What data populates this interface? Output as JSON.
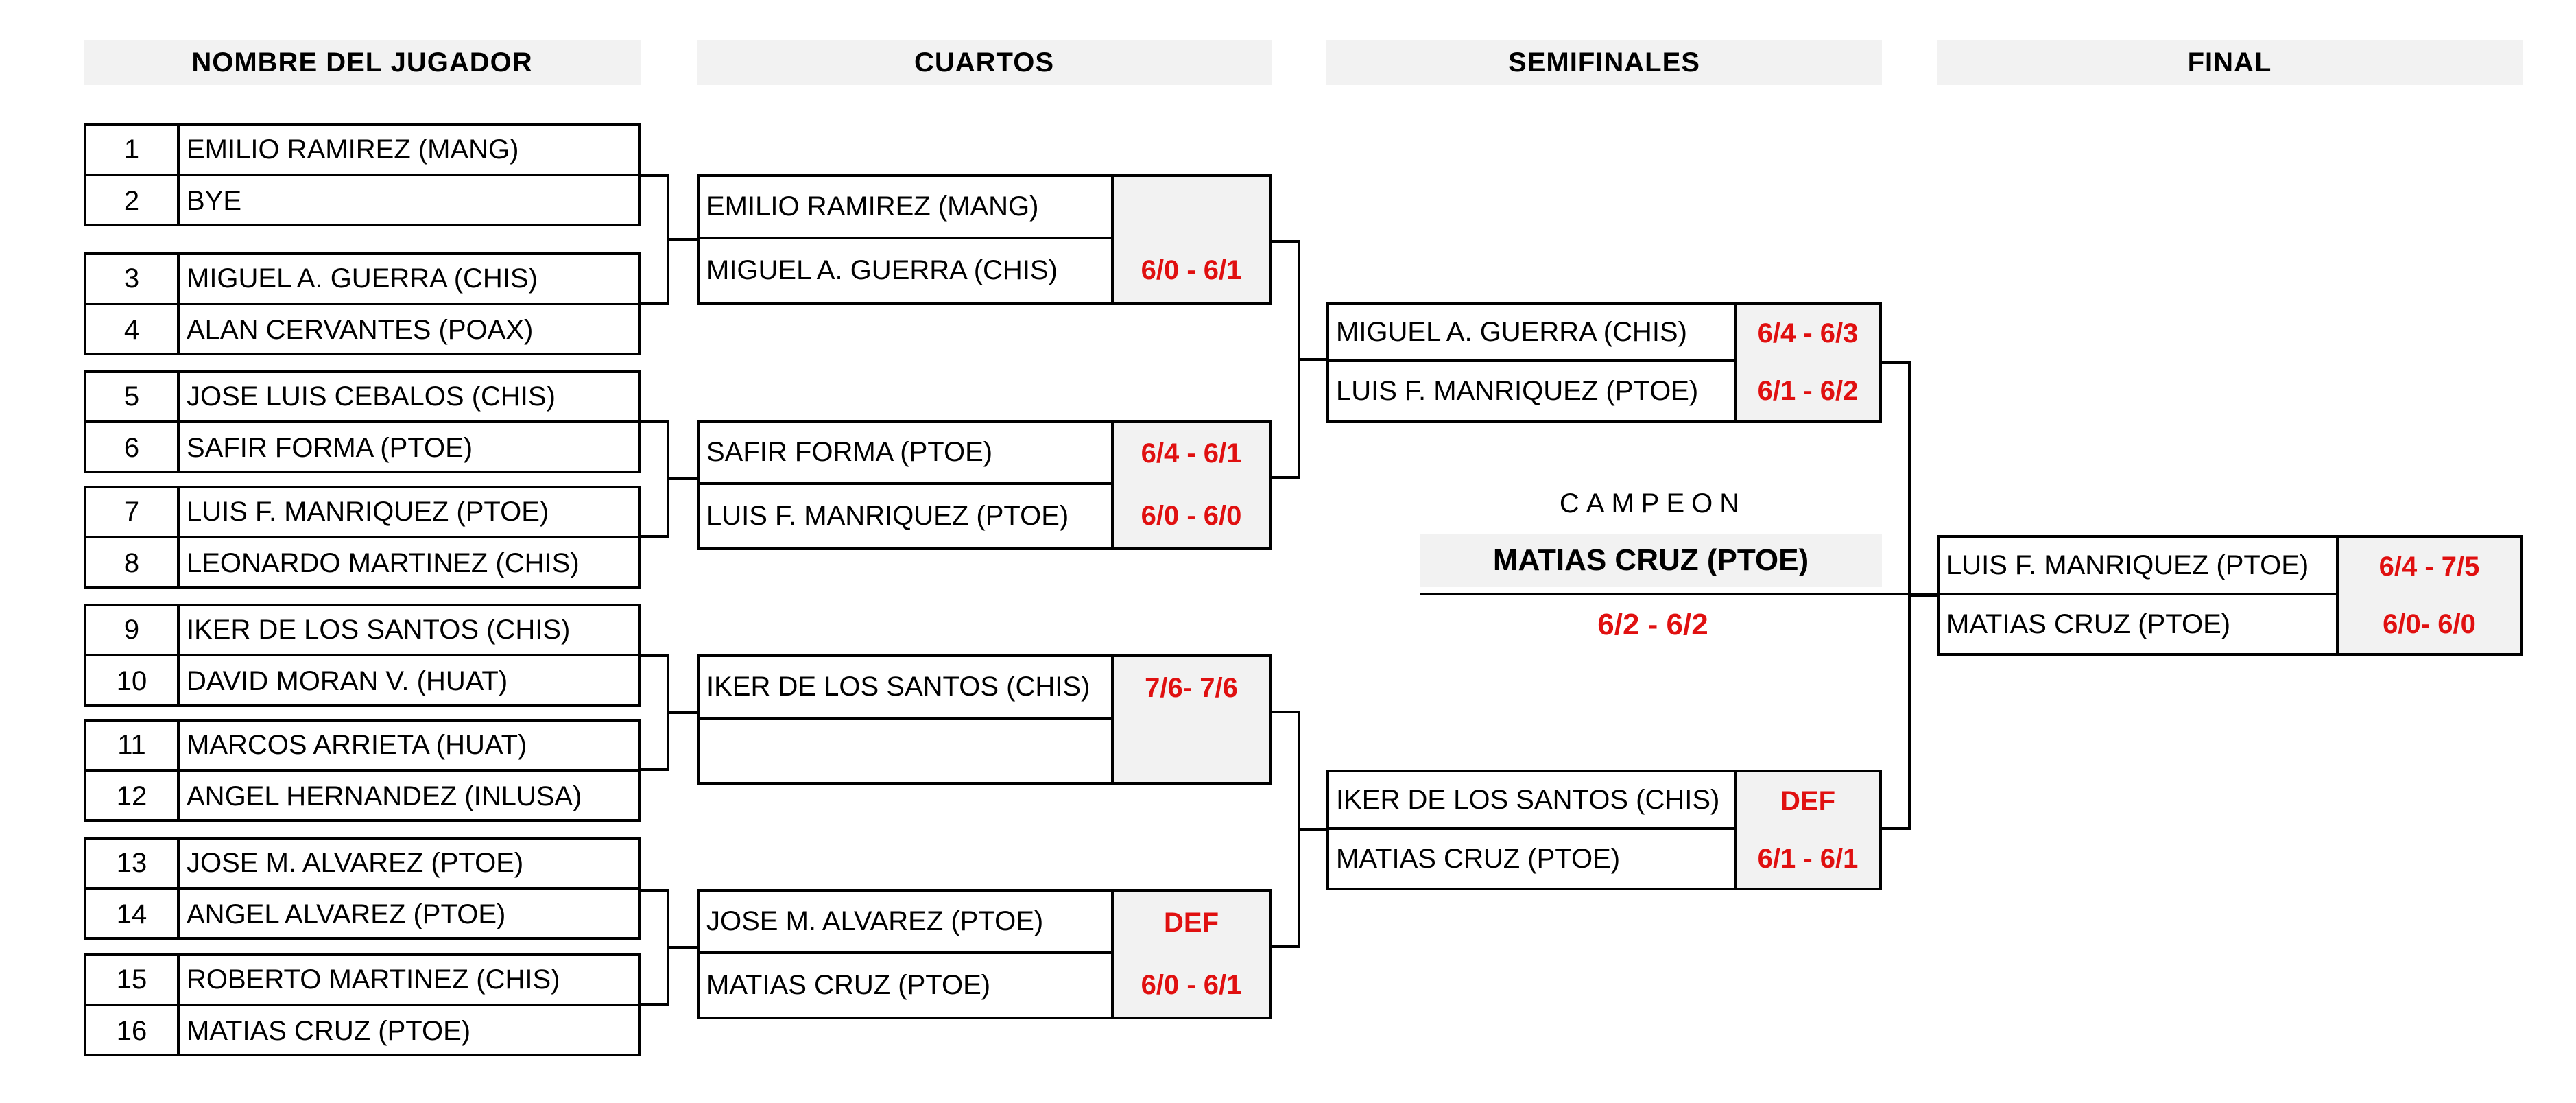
{
  "headers": {
    "players": "NOMBRE DEL JUGADOR",
    "quarters": "CUARTOS",
    "semis": "SEMIFINALES",
    "final": "FINAL"
  },
  "players": [
    {
      "seed": "1",
      "name": "EMILIO RAMIREZ (MANG)"
    },
    {
      "seed": "2",
      "name": "BYE"
    },
    {
      "seed": "3",
      "name": "MIGUEL A. GUERRA (CHIS)"
    },
    {
      "seed": "4",
      "name": "ALAN CERVANTES (POAX)"
    },
    {
      "seed": "5",
      "name": "JOSE LUIS CEBALOS (CHIS)"
    },
    {
      "seed": "6",
      "name": "SAFIR FORMA  (PTOE)"
    },
    {
      "seed": "7",
      "name": "LUIS F. MANRIQUEZ (PTOE)"
    },
    {
      "seed": "8",
      "name": "LEONARDO MARTINEZ (CHIS)"
    },
    {
      "seed": "9",
      "name": "IKER DE LOS SANTOS (CHIS)"
    },
    {
      "seed": "10",
      "name": "DAVID MORAN V.  (HUAT)"
    },
    {
      "seed": "11",
      "name": "MARCOS ARRIETA (HUAT)"
    },
    {
      "seed": "12",
      "name": "ANGEL HERNANDEZ (INLUSA)"
    },
    {
      "seed": "13",
      "name": "JOSE M. ALVAREZ (PTOE)"
    },
    {
      "seed": "14",
      "name": "ANGEL ALVAREZ (PTOE)"
    },
    {
      "seed": "15",
      "name": "ROBERTO MARTINEZ  (CHIS)"
    },
    {
      "seed": "16",
      "name": "MATIAS CRUZ (PTOE)"
    }
  ],
  "quarters": [
    {
      "top": "EMILIO RAMIREZ (MANG)",
      "bottom": "MIGUEL A. GUERRA (CHIS)",
      "score_top": "",
      "score_bottom": "6/0 - 6/1"
    },
    {
      "top": "SAFIR FORMA  (PTOE)",
      "bottom": "LUIS F. MANRIQUEZ (PTOE)",
      "score_top": "6/4 - 6/1",
      "score_bottom": "6/0 - 6/0"
    },
    {
      "top": "IKER DE LOS SANTOS (CHIS)",
      "bottom": "",
      "score_top": "7/6- 7/6",
      "score_bottom": ""
    },
    {
      "top": "JOSE M. ALVAREZ (PTOE)",
      "bottom": "MATIAS CRUZ (PTOE)",
      "score_top": "DEF",
      "score_bottom": "6/0 - 6/1"
    }
  ],
  "semis": [
    {
      "top": "MIGUEL A. GUERRA (CHIS)",
      "bottom": "LUIS F. MANRIQUEZ (PTOE)",
      "score_top": "6/4 - 6/3",
      "score_bottom": "6/1 - 6/2"
    },
    {
      "top": "IKER DE LOS SANTOS (CHIS)",
      "bottom": "MATIAS CRUZ (PTOE)",
      "score_top": "DEF",
      "score_bottom": "6/1 - 6/1"
    }
  ],
  "final": {
    "top": "LUIS F. MANRIQUEZ (PTOE)",
    "bottom": "MATIAS CRUZ (PTOE)",
    "score_top": "6/4 - 7/5",
    "score_bottom": "6/0- 6/0"
  },
  "champion": {
    "label": "CAMPEON",
    "name": "MATIAS CRUZ (PTOE)",
    "score": "6/2 - 6/2"
  },
  "colors": {
    "score": "#e01010",
    "shade": "#f2f2f2"
  }
}
